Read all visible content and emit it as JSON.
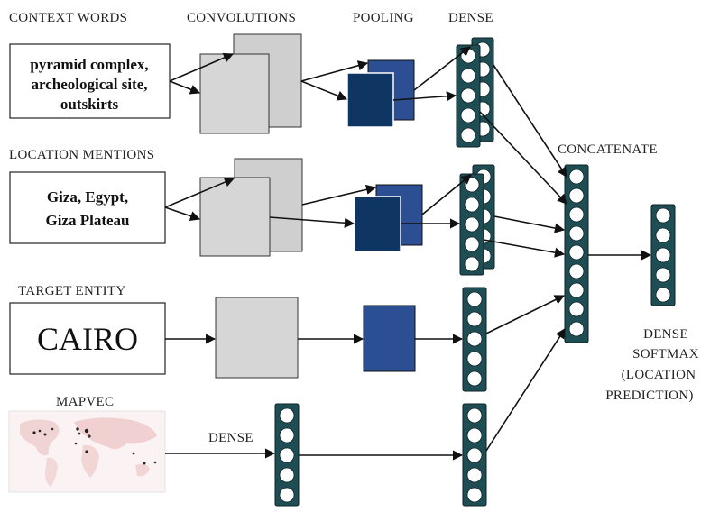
{
  "labels": {
    "context_words": "CONTEXT WORDS",
    "convolutions": "CONVOLUTIONS",
    "pooling": "POOLING",
    "dense_top": "DENSE",
    "location_mentions": "LOCATION MENTIONS",
    "concatenate": "CONCATENATE",
    "target_entity": "TARGET ENTITY",
    "mapvec": "MAPVEC",
    "dense_mapvec": "DENSE",
    "output_lines": [
      "DENSE",
      "SOFTMAX",
      "(LOCATION",
      "PREDICTION)"
    ]
  },
  "inputs": {
    "context_lines": [
      "pyramid complex,",
      "archeological site,",
      "outskirts"
    ],
    "location_lines": [
      "Giza, Egypt,",
      "Giza Plateau"
    ],
    "target_text": "CAIRO"
  },
  "colors": {
    "pool_light": "#2b4f92",
    "pool_dark": "#0f3562",
    "dense_column": "#1f4d54",
    "conv_gray": "#d6d6d6"
  }
}
